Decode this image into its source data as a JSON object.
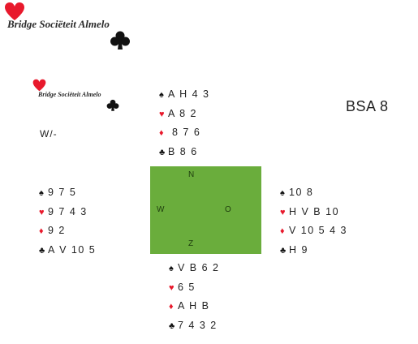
{
  "header_logo": {
    "text": "Bridge Sociëteit Almelo",
    "heart_color": "#e8192c",
    "club_color": "#111111"
  },
  "inner_logo": {
    "text": "Bridge Sociëteit Almelo"
  },
  "board": {
    "label": "BSA 8"
  },
  "vulnerability": {
    "text": "W/-"
  },
  "table": {
    "north": "N",
    "west": "W",
    "east": "O",
    "south": "Z",
    "color": "#6aad3c"
  },
  "suit_symbols": {
    "spades": "♠",
    "hearts": "♥",
    "diamonds": "♦",
    "clubs": "♣"
  },
  "hands": {
    "north": {
      "spades": "A H 4 3",
      "hearts": "A 8 2",
      "diamonds": " 8 7 6",
      "clubs": "B 8 6"
    },
    "west": {
      "spades": "9 7 5",
      "hearts": "9 7 4 3",
      "diamonds": "9 2",
      "clubs": "A V 10 5"
    },
    "east": {
      "spades": "10 8",
      "hearts": "H V B 10",
      "diamonds": "V 10 5 4 3",
      "clubs": "H 9"
    },
    "south": {
      "spades": "V B 6 2",
      "hearts": "6 5",
      "diamonds": "A H B",
      "clubs": "7 4 3 2"
    }
  }
}
